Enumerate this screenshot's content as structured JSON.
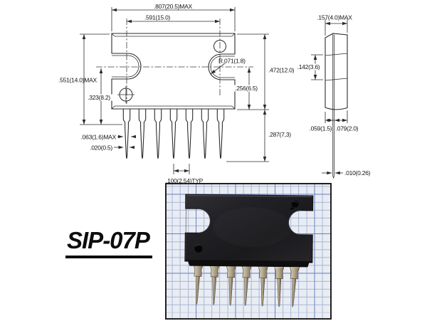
{
  "part_label": "SIP-07P",
  "front_view": {
    "dim_total_width": ".807(20.5)MAX",
    "dim_hole_span": ".591(15.0)",
    "dim_total_height": ".551(14.0)MAX",
    "dim_notch_to_seat": ".323(8.2)",
    "dim_lead_width": ".063(1.6)MAX",
    "dim_lead_thickness": ".020(0.5)",
    "dim_lead_pitch": ".100(2.54)TYP",
    "dim_notch_radius": "R.071(1.8)",
    "dim_body_height": ".472(12.0)",
    "dim_notch_center": ".256(6.5)",
    "dim_lead_length": ".287(7,3)",
    "lead_count": 7
  },
  "side_view": {
    "dim_total_depth": ".157(4.0)MAX",
    "dim_body_mid_depth": ".142(3.6)",
    "dim_lead_offset_front": ".059(1.5)",
    "dim_lead_offset_back": ".079(2.0)",
    "dim_lead_pin_thickness": ".010(0.26)"
  },
  "photo": {
    "lead_count": 7
  },
  "colors": {
    "ink": "#2b2b2b",
    "photo_paper": "#e9edf3",
    "grid_minor": "#a8b7d8",
    "grid_major": "#6e86c2",
    "body_black": "#202023",
    "lead_metal": "#b9ac92"
  }
}
